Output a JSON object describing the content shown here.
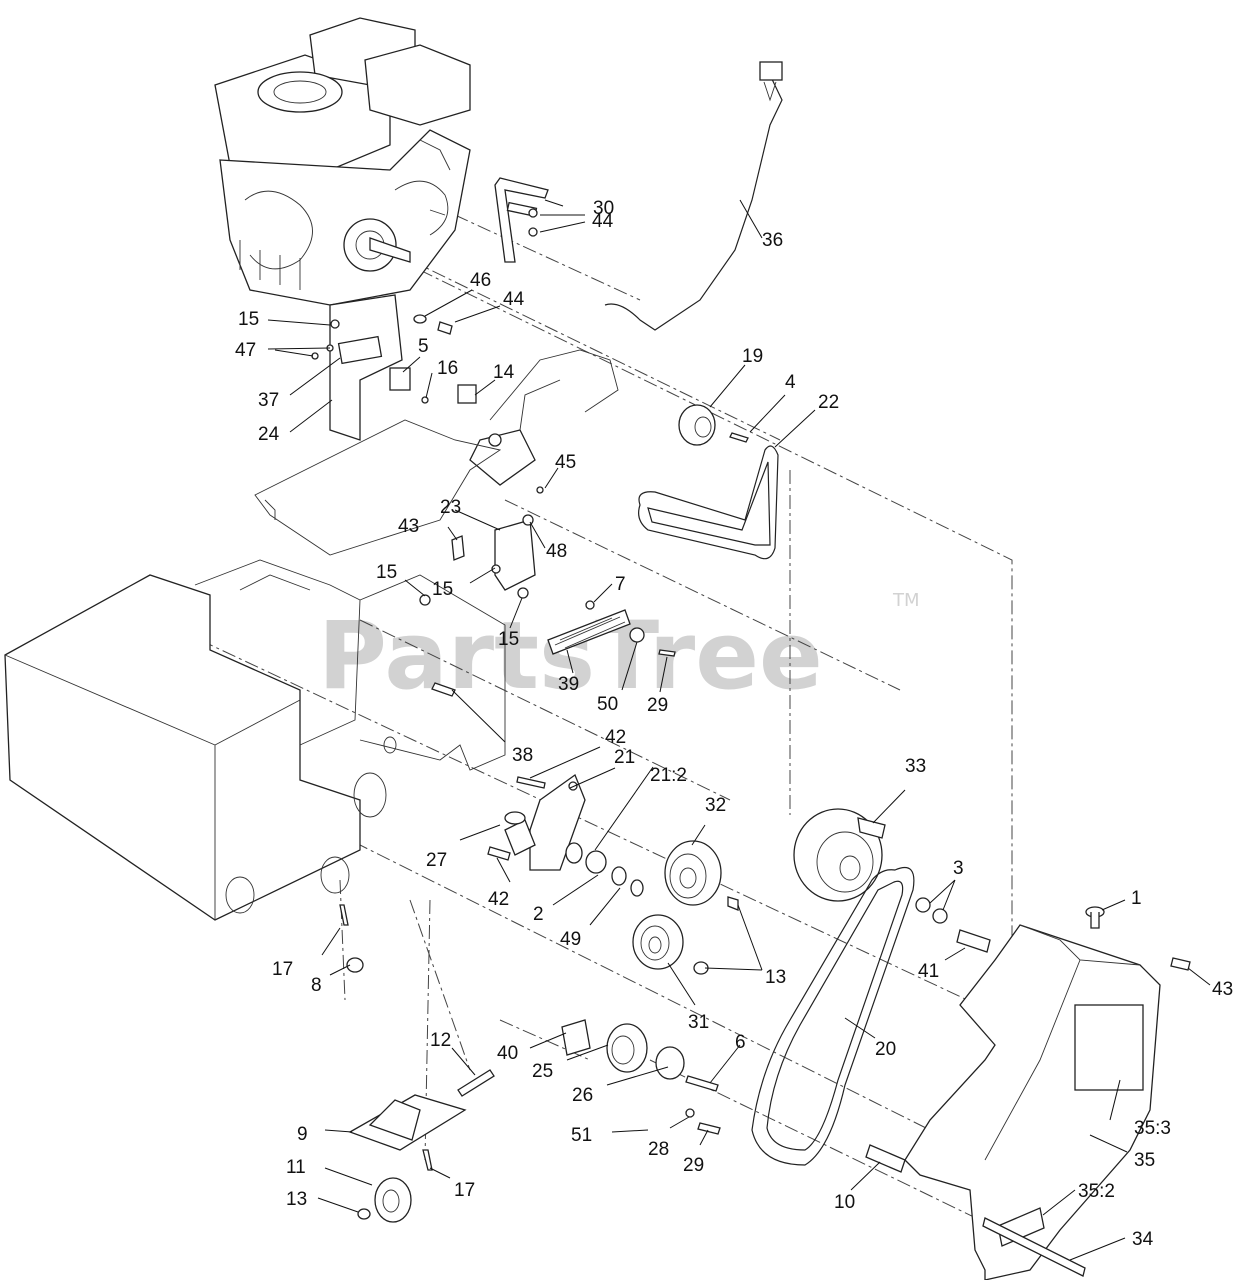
{
  "watermark": {
    "text": "PartsTree",
    "trademark": "TM"
  },
  "callouts": {
    "c30": "30",
    "c44a": "44",
    "c36": "36",
    "c46": "46",
    "c44b": "44",
    "c15a": "15",
    "c47": "47",
    "c5": "5",
    "c16": "16",
    "c14": "14",
    "c37": "37",
    "c24": "24",
    "c19": "19",
    "c4": "4",
    "c22": "22",
    "c45": "45",
    "c23": "23",
    "c43a": "43",
    "c48": "48",
    "c15b": "15",
    "c15c": "15",
    "c7": "7",
    "c15d": "15",
    "c39": "39",
    "c50": "50",
    "c29a": "29",
    "c38": "38",
    "c42a": "42",
    "c21": "21",
    "c21_2": "21:2",
    "c32": "32",
    "c33": "33",
    "c27": "27",
    "c42b": "42",
    "c2": "2",
    "c49": "49",
    "c3": "3",
    "c1": "1",
    "c17a": "17",
    "c8": "8",
    "c13a": "13",
    "c41": "41",
    "c43b": "43",
    "c31": "31",
    "c20": "20",
    "c12": "12",
    "c40": "40",
    "c25": "25",
    "c6": "6",
    "c26": "26",
    "c9": "9",
    "c51": "51",
    "c28": "28",
    "c29b": "29",
    "c35_3": "35:3",
    "c35": "35",
    "c11": "11",
    "c17b": "17",
    "c13b": "13",
    "c10": "10",
    "c35_2": "35:2",
    "c34": "34"
  }
}
